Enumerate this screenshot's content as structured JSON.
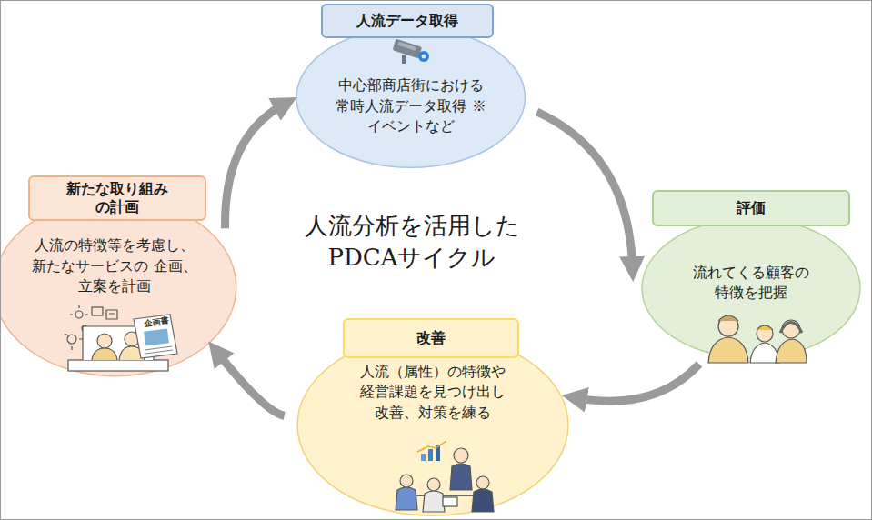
{
  "diagram": {
    "title": "人流分析を活用した PDCAサイクル",
    "nodes": [
      {
        "text": [
          "人流データ取得",
          "中心部商店街における 常時人流データ取得 ※イベントなど"
        ]
      },
      {
        "text": [
          "評価",
          "流れてくる顧客の 特徴を把握"
        ]
      },
      {
        "text": [
          "改善",
          "人流（属性）の特徴や 経営課題を見つけ出し 改善、対策を練る"
        ]
      },
      {
        "text": [
          "新たな取り組み の計画",
          "人流の特徴等を考慮し、 新たなサービスの 企画、立案を計画"
        ]
      }
    ],
    "edges": [
      {
        "from": 0,
        "to": 1,
        "arrow": "to"
      },
      {
        "from": 1,
        "to": 2,
        "arrow": "to"
      },
      {
        "from": 2,
        "to": 3,
        "arrow": "to"
      },
      {
        "from": 3,
        "to": 0,
        "arrow": "to"
      }
    ],
    "labels": [
      "企画書"
    ]
  }
}
